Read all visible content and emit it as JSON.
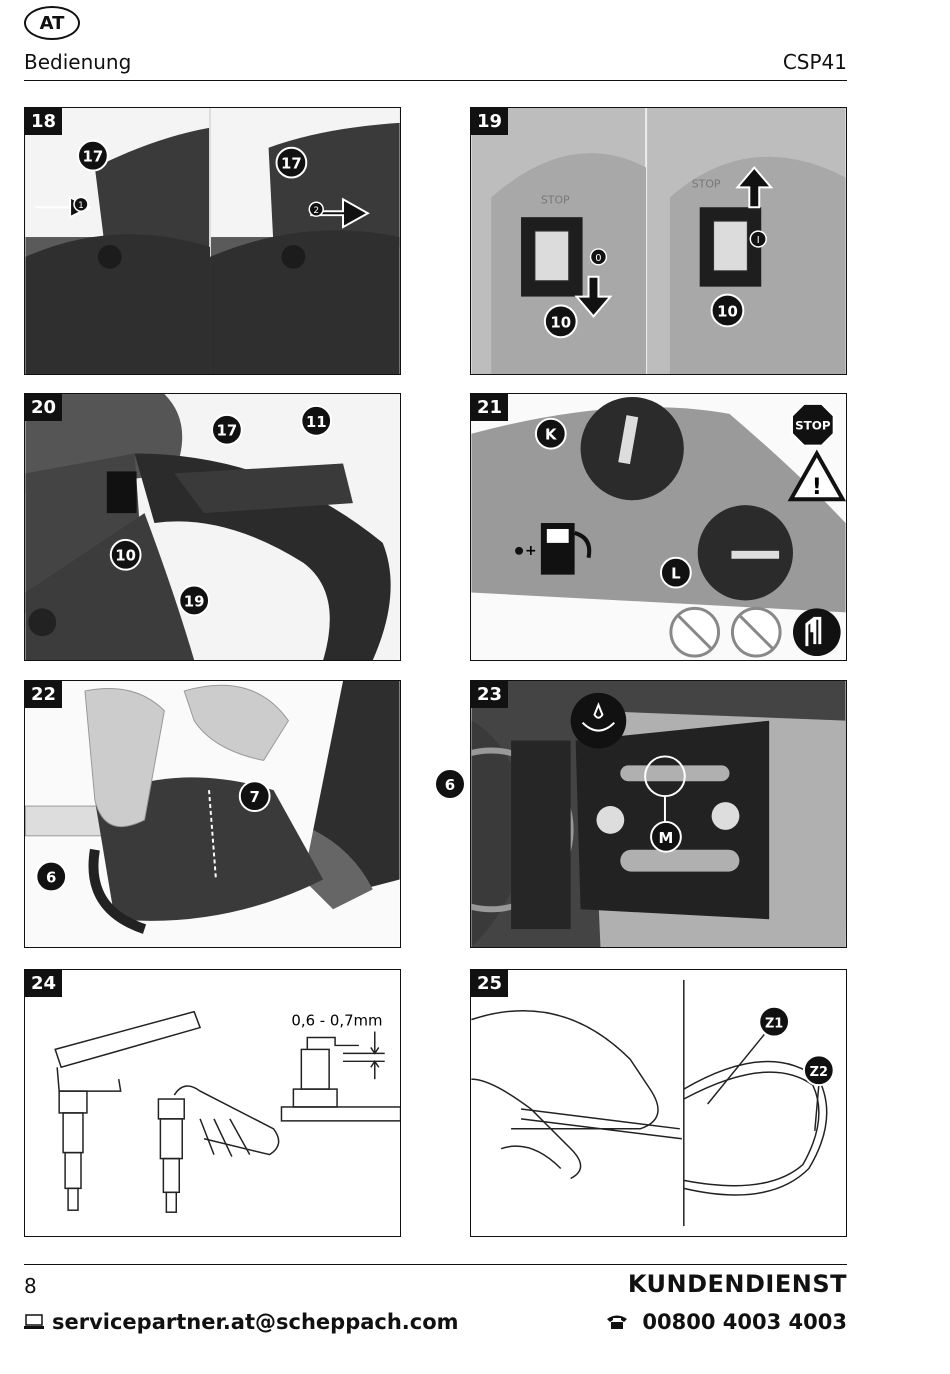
{
  "header": {
    "country": "AT",
    "section": "Bedienung",
    "model": "CSP41"
  },
  "figures": [
    {
      "number": "18",
      "callouts": [
        "17",
        "17",
        "1",
        "2"
      ]
    },
    {
      "number": "19",
      "callouts": [
        "10",
        "10",
        "0",
        "I"
      ],
      "text": "STOP"
    },
    {
      "number": "20",
      "callouts": [
        "17",
        "11",
        "10",
        "19"
      ]
    },
    {
      "number": "21",
      "callouts": [
        "K",
        "L"
      ],
      "text": "STOP"
    },
    {
      "number": "22",
      "callouts": [
        "7",
        "6"
      ]
    },
    {
      "number": "23",
      "callouts": [
        "6",
        "M"
      ]
    },
    {
      "number": "24",
      "measurement": "0,6 - 0,7mm"
    },
    {
      "number": "25",
      "callouts": [
        "Z1",
        "Z2"
      ]
    }
  ],
  "footer": {
    "page_number": "8",
    "service_title": "KUNDENDIENST",
    "email": "servicepartner.at@scheppach.com",
    "phone": "00800 4003 4003"
  },
  "icons": {
    "email": "computer-icon",
    "phone": "telephone-icon"
  }
}
